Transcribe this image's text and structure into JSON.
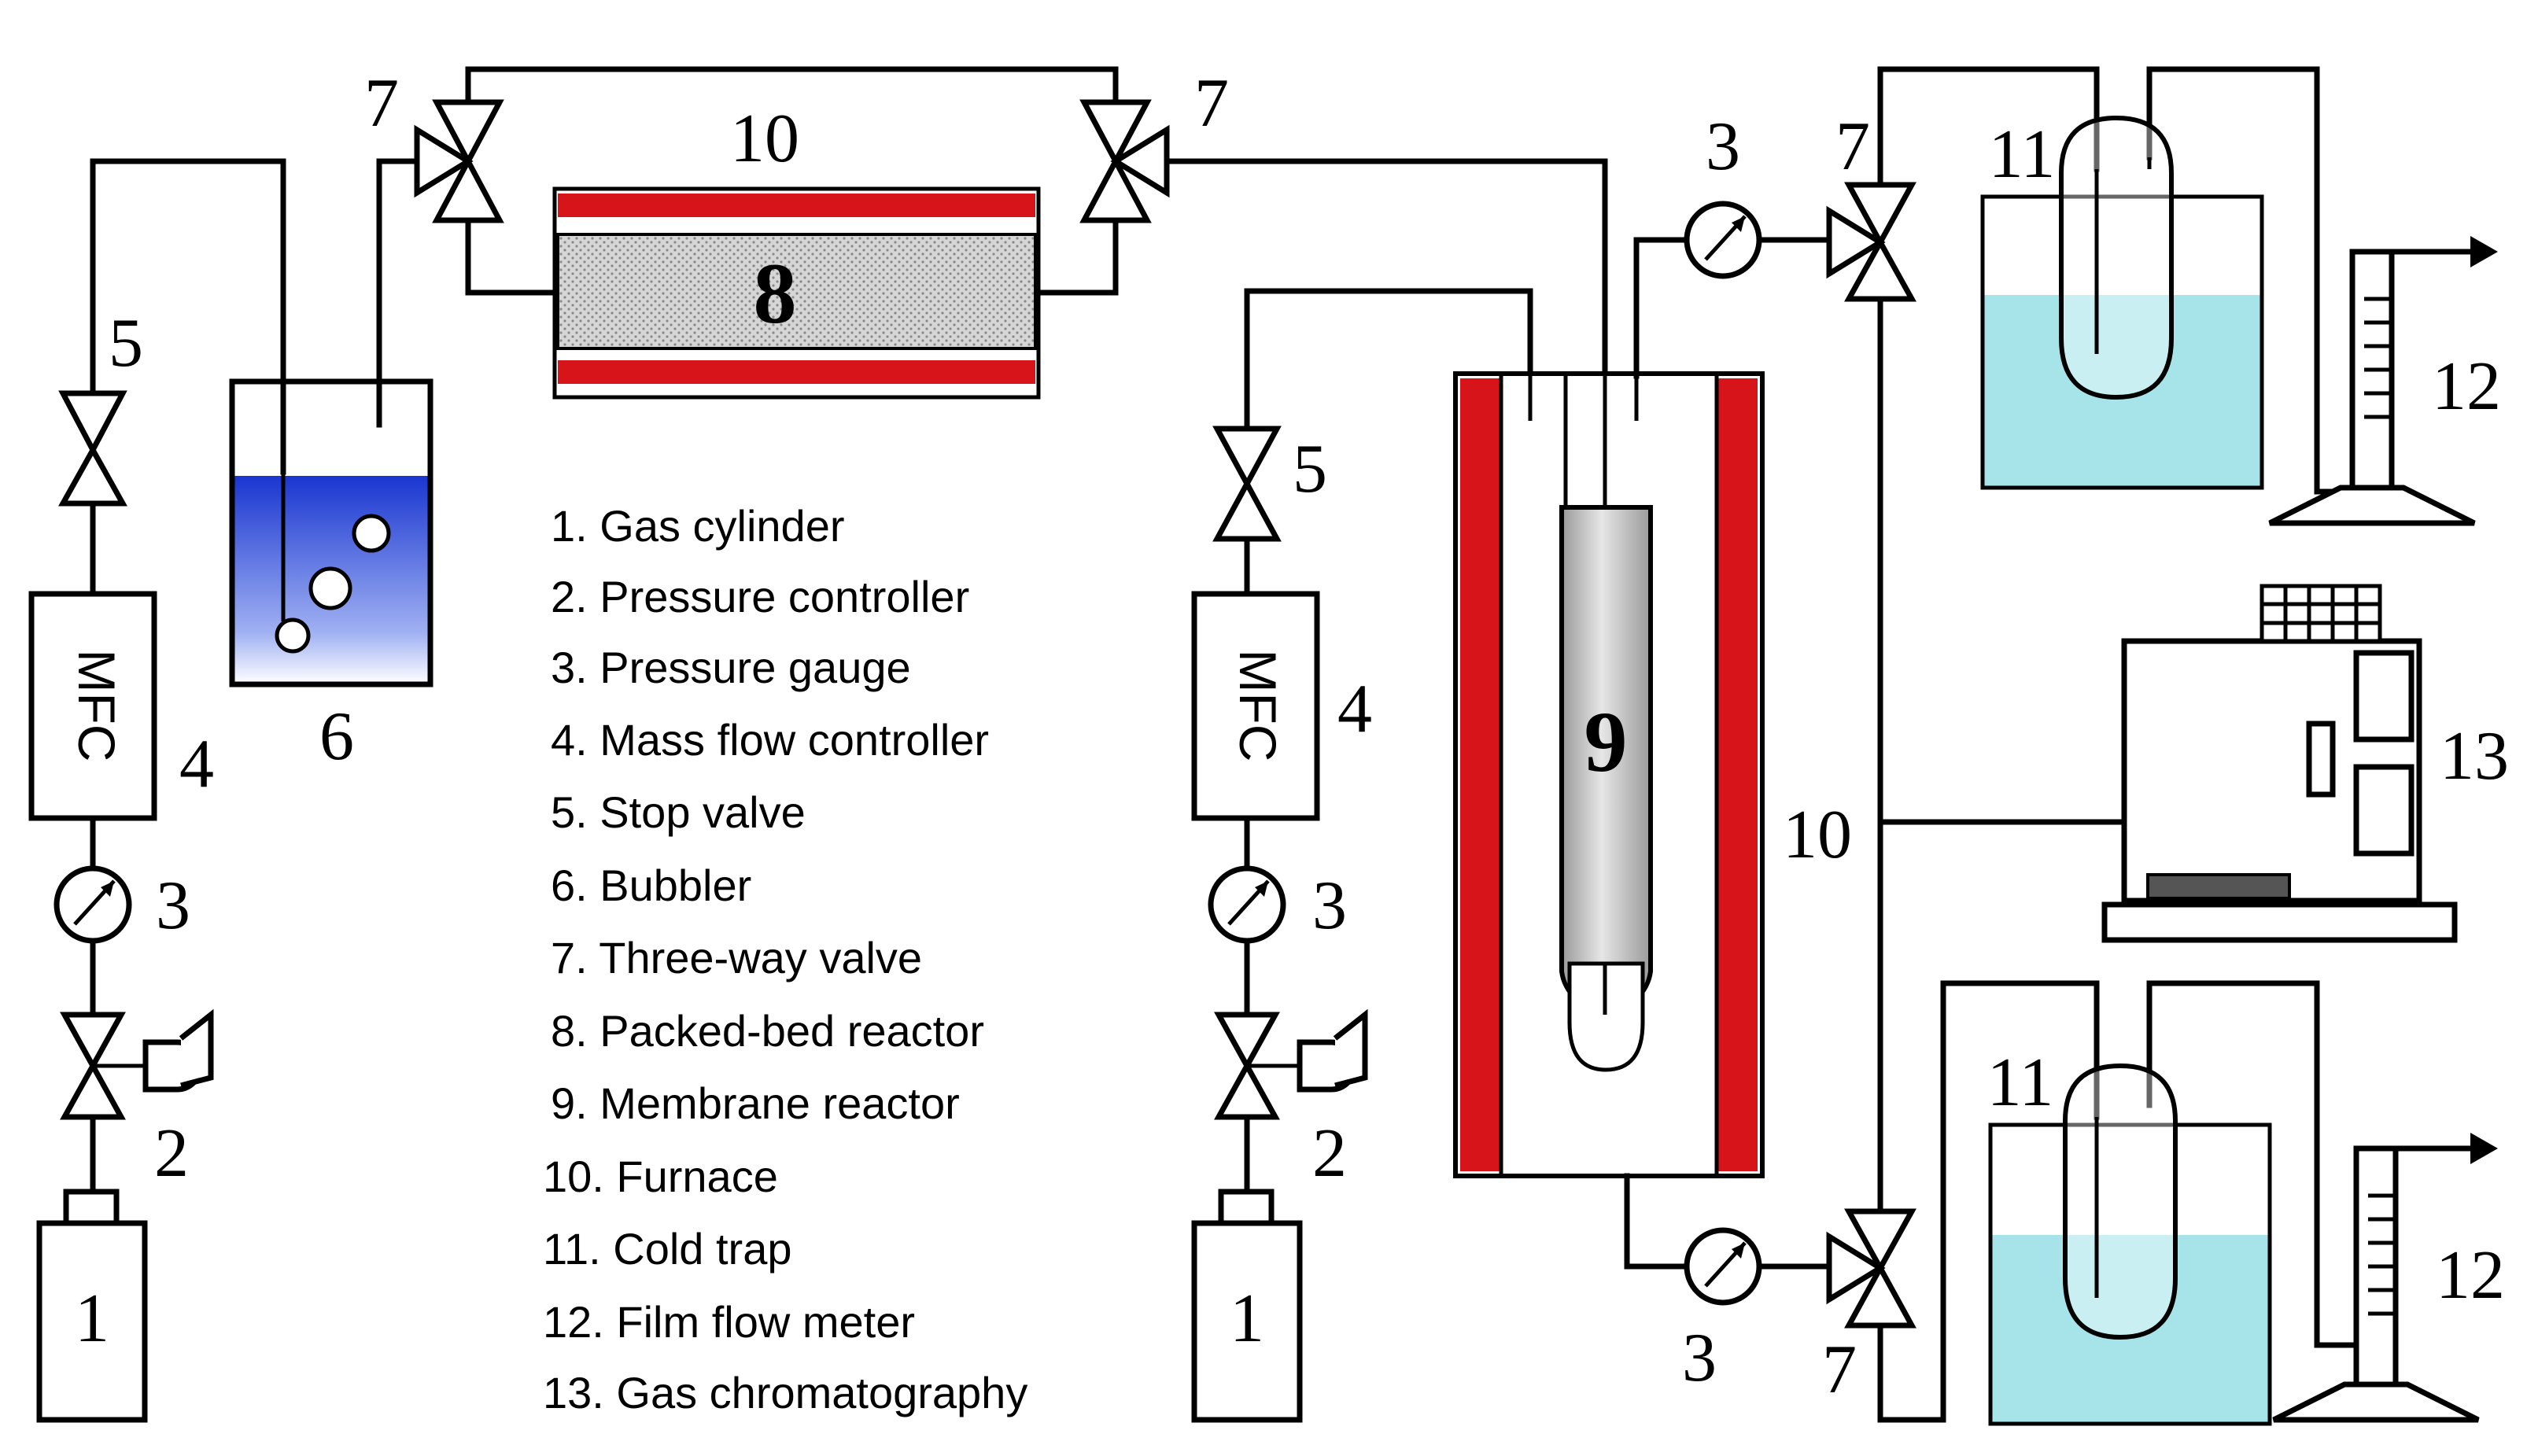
{
  "labels": {
    "gas_cylinder": "1",
    "pressure_controller": "2",
    "pressure_gauge": "3",
    "mass_flow_controller": "4",
    "stop_valve": "5",
    "bubbler": "6",
    "three_way_valve": "7",
    "packed_bed_reactor": "8",
    "membrane_reactor": "9",
    "furnace": "10",
    "cold_trap": "11",
    "film_flow_meter": "12",
    "gas_chromatography": "13"
  },
  "mfc_label": "MFC",
  "legend": [
    "1. Gas cylinder",
    "2. Pressure controller",
    "3. Pressure gauge",
    "4. Mass flow controller",
    "5. Stop valve",
    "6. Bubbler",
    "7. Three-way valve",
    "8. Packed-bed reactor",
    "9. Membrane reactor",
    "10. Furnace",
    "11. Cold trap",
    "12. Film flow meter",
    "13. Gas chromatography"
  ],
  "colors": {
    "heater_red": "#d8141b",
    "bubbler_blue": "#1f3fd8",
    "trap_cyan": "#a7e4ea",
    "reactor_gray": "#c8c8c8"
  }
}
